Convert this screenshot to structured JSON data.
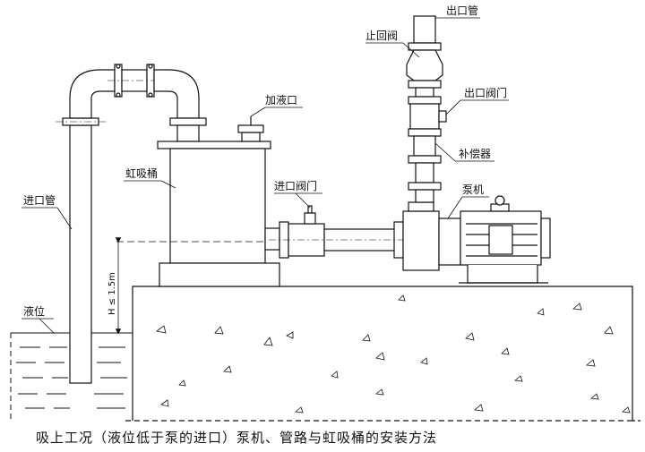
{
  "labels": {
    "outlet_pipe": "出口管",
    "check_valve": "止回阀",
    "outlet_valve": "出口阀门",
    "compensator": "补偿器",
    "pump": "泵机",
    "inlet_valve": "进口阀门",
    "fill_port": "加液口",
    "siphon_tank": "虹吸桶",
    "inlet_pipe": "进口管",
    "liquid_level": "液位",
    "height": "H ≤ 1.5m"
  },
  "caption": "吸上工况（液位低于泵的进口）泵机、管路与虹吸桶的安装方法"
}
